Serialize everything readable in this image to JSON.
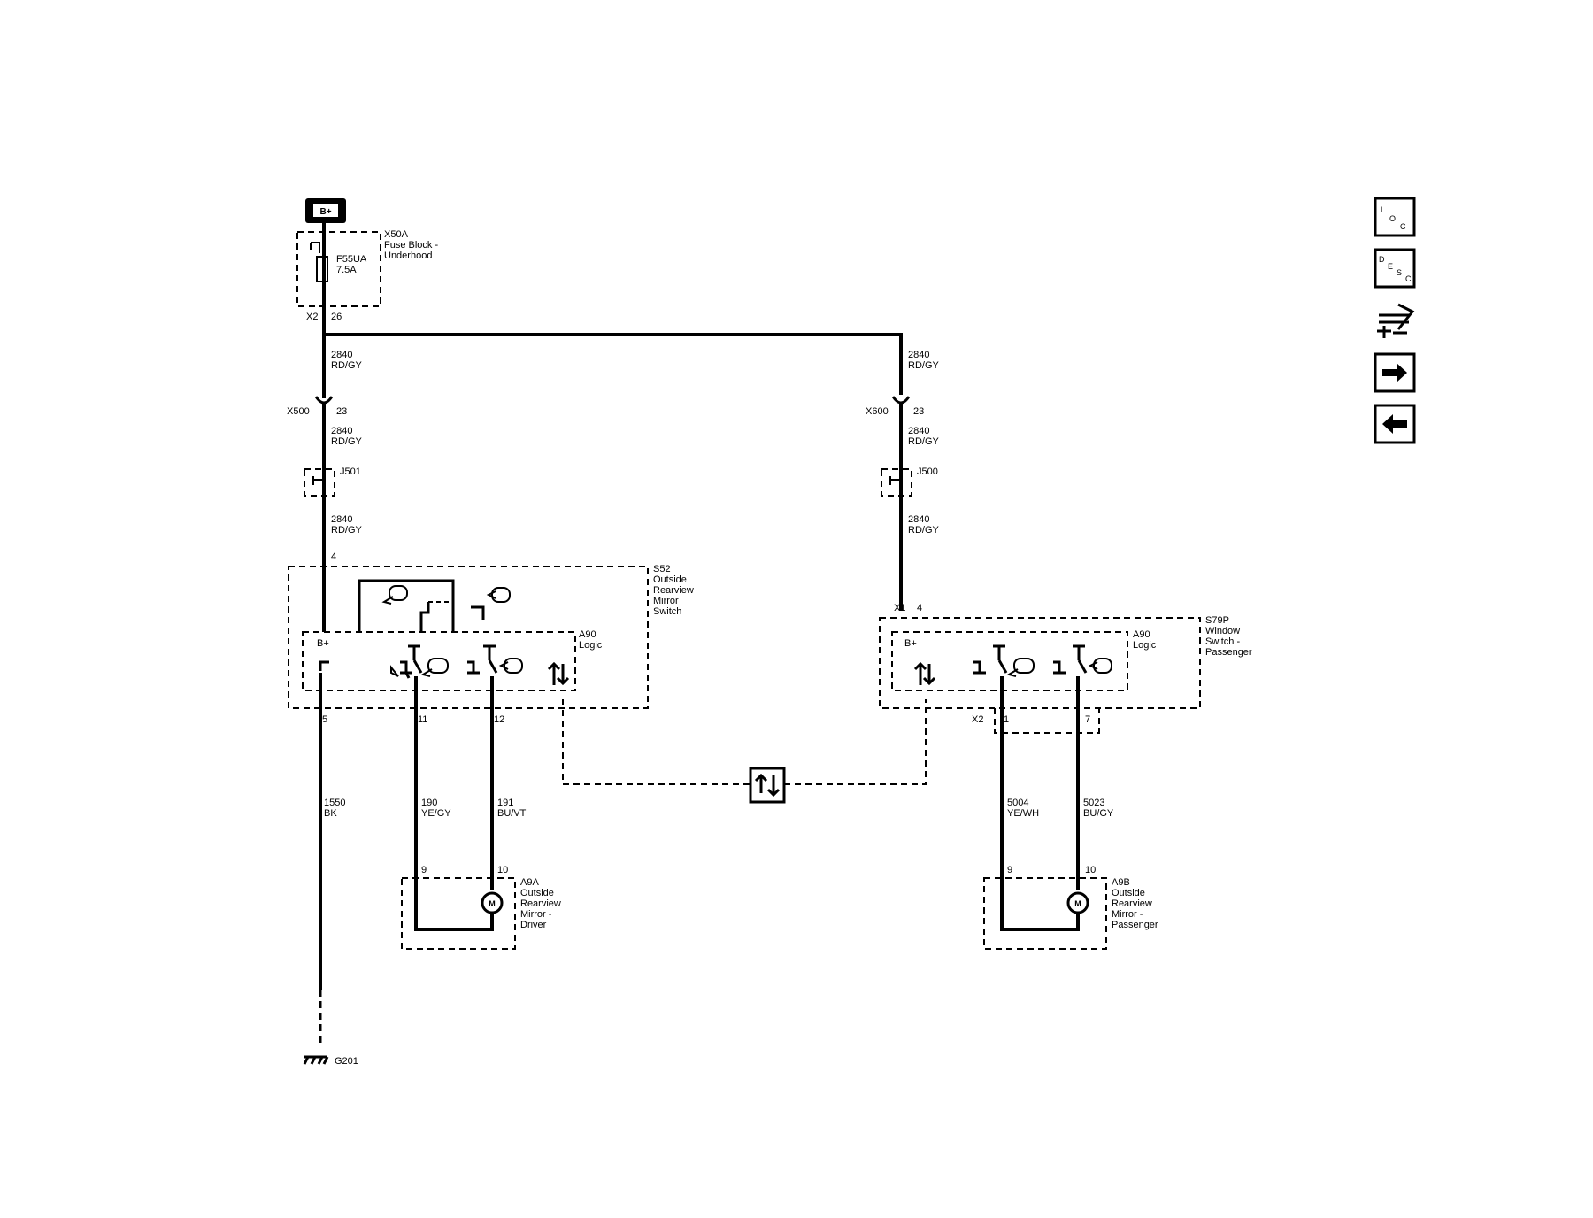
{
  "power": {
    "battery_label": "B+"
  },
  "fuse_block": {
    "ref": "X50A",
    "name_lines": [
      "Fuse Block -",
      "Underhood"
    ],
    "fuse": "F55UA",
    "rating": "7.5A",
    "connector": "X2",
    "pin": "26"
  },
  "wires": {
    "feed_top_left": {
      "num": "2840",
      "color": "RD/GY"
    },
    "feed_top_right": {
      "num": "2840",
      "color": "RD/GY"
    },
    "left_mid": {
      "num": "2840",
      "color": "RD/GY"
    },
    "left_low": {
      "num": "2840",
      "color": "RD/GY"
    },
    "right_mid": {
      "num": "2840",
      "color": "RD/GY"
    },
    "right_low": {
      "num": "2840",
      "color": "RD/GY"
    },
    "ground": {
      "num": "1550",
      "color": "BK"
    },
    "driver_a": {
      "num": "190",
      "color": "YE/GY"
    },
    "driver_b": {
      "num": "191",
      "color": "BU/VT"
    },
    "pass_a": {
      "num": "5004",
      "color": "YE/WH"
    },
    "pass_b": {
      "num": "5023",
      "color": "BU/GY"
    }
  },
  "inline_connectors": {
    "left": {
      "ref": "X500",
      "pin": "23"
    },
    "right": {
      "ref": "X600",
      "pin": "23"
    }
  },
  "splices": {
    "left": "J501",
    "right": "J500"
  },
  "driver_switch": {
    "ref": "S52",
    "name_lines": [
      "Outside",
      "Rearview",
      "Mirror",
      "Switch"
    ],
    "logic_ref": "A90",
    "logic_name": "Logic",
    "bplus": "B+",
    "pin_in": "4",
    "pin_gnd": "5",
    "pin_a": "11",
    "pin_b": "12"
  },
  "passenger_switch": {
    "ref": "S79P",
    "name_lines": [
      "Window",
      "Switch -",
      "Passenger"
    ],
    "logic_ref": "A90",
    "logic_name": "Logic",
    "bplus": "B+",
    "conn_in": "X1",
    "pin_in": "4",
    "conn_out": "X2",
    "pin_a": "1",
    "pin_b": "7"
  },
  "driver_mirror": {
    "ref": "A9A",
    "name_lines": [
      "Outside",
      "Rearview",
      "Mirror -",
      "Driver"
    ],
    "pin_a": "9",
    "pin_b": "10",
    "motor": "M"
  },
  "passenger_mirror": {
    "ref": "A9B",
    "name_lines": [
      "Outside",
      "Rearview",
      "Mirror -",
      "Passenger"
    ],
    "pin_a": "9",
    "pin_b": "10",
    "motor": "M"
  },
  "ground": {
    "ref": "G201"
  },
  "side_icons": [
    {
      "name": "loc-icon",
      "text": "LOC"
    },
    {
      "name": "desc-icon",
      "text": "DESC"
    },
    {
      "name": "connector-icon"
    },
    {
      "name": "next-arrow-icon"
    },
    {
      "name": "prev-arrow-icon"
    }
  ]
}
